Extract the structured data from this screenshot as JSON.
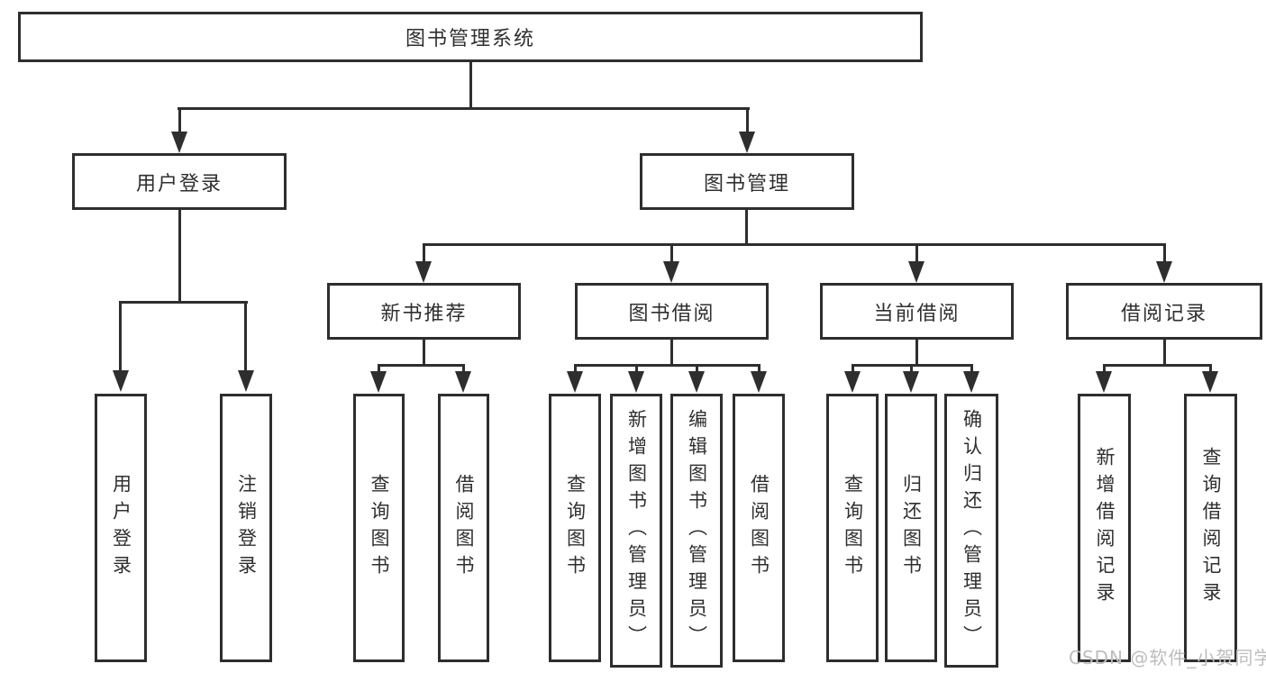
{
  "diagram": {
    "title": "图书管理系统",
    "nodes": {
      "root": "图书管理系统",
      "level2": [
        "用户登录",
        "图书管理"
      ],
      "level3": [
        "新书推荐",
        "图书借阅",
        "当前借阅",
        "借阅记录"
      ],
      "leaves_user": [
        "用户登录",
        "注销登录"
      ],
      "leaves_newbook": [
        "查询图书",
        "借阅图书"
      ],
      "leaves_borrow": [
        "查询图书",
        "新增图书（管理员）",
        "编辑图书（管理员）",
        "借阅图书"
      ],
      "leaves_current": [
        "查询图书",
        "归还图书",
        "确认归还（管理员）"
      ],
      "leaves_record": [
        "新增借阅记录",
        "查询借阅记录"
      ]
    },
    "colors": {
      "line": "#2e2e2e",
      "box_background": "#ffffff",
      "text": "#2f2f2f",
      "watermark": "#bdbdbd",
      "page_background": "#ffffff"
    }
  },
  "watermark": {
    "text": "CSDN @软件_小贺同学"
  }
}
